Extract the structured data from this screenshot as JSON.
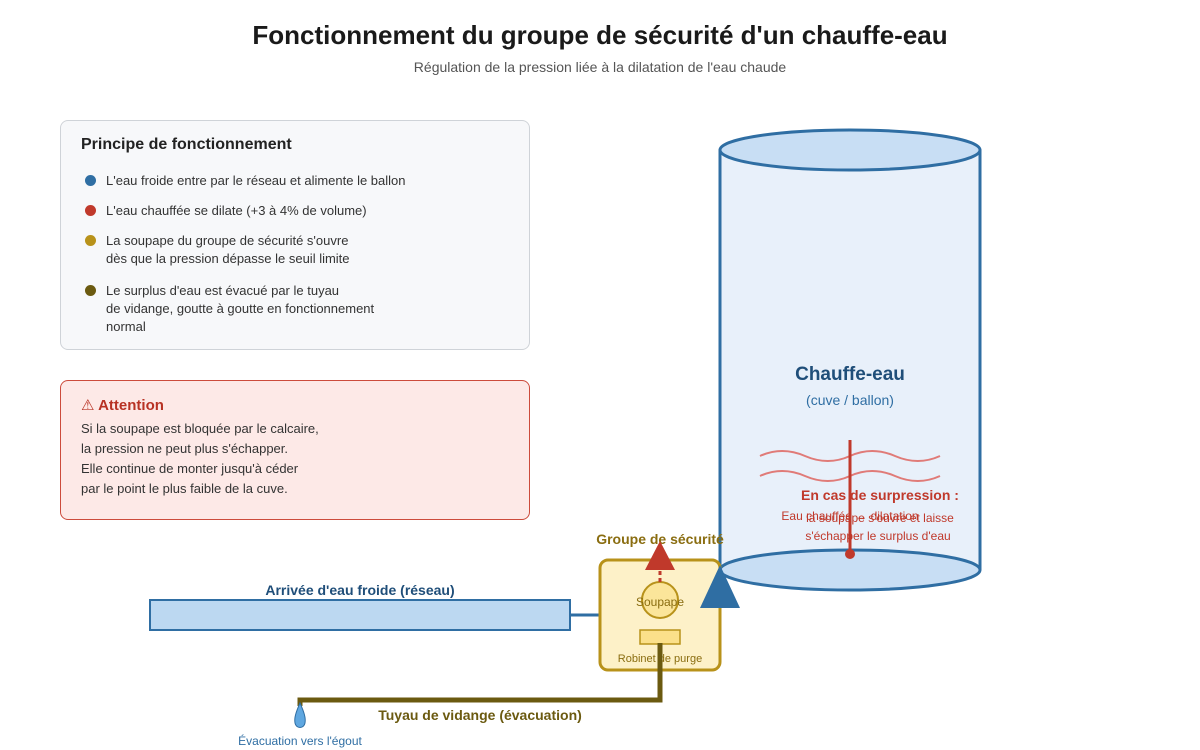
{
  "header": {
    "title": "Fonctionnement du groupe de sécurité d'un chauffe-eau",
    "subtitle": "Régulation de la pression liée à la dilatation de l'eau chaude"
  },
  "principle": {
    "title": "Principe de fonctionnement",
    "steps": [
      {
        "color": "#2f6ea3",
        "lines": [
          "L'eau froide entre par le réseau et alimente le ballon"
        ]
      },
      {
        "color": "#c0392b",
        "lines": [
          "L'eau chauffée se dilate (+3 à 4% de volume)"
        ]
      },
      {
        "color": "#b8921a",
        "lines": [
          "La soupape du groupe de sécurité s'ouvre",
          "dès que la pression dépasse le seuil limite"
        ]
      },
      {
        "color": "#6b5a10",
        "lines": [
          "Le surplus d'eau est évacué par le tuyau",
          "de vidange, goutte à goutte en fonctionnement",
          "normal"
        ]
      }
    ]
  },
  "warning": {
    "icon": "⚠",
    "title": "Attention",
    "lines": [
      "Si la soupape est bloquée par le calcaire,",
      "la pression ne peut plus s'échapper.",
      "Elle continue de monter jusqu'à céder",
      "par le point le plus faible de la cuve."
    ]
  },
  "diagram": {
    "tank_title": "Chauffe-eau",
    "tank_subtitle": "(cuve / ballon)",
    "dilatation_label": "Eau chauffée → dilatation",
    "surpression_title": "En cas de surpression :",
    "surpression_lines": [
      "la soupape s'ouvre et laisse",
      "s'échapper le surplus d'eau"
    ],
    "inlet_label": "Arrivée d'eau froide (réseau)",
    "group_label": "Groupe de sécurité",
    "valve_label": "Soupape",
    "purge_label": "Robinet de purge",
    "drain_label": "Tuyau de vidange (évacuation)",
    "outlet_label": "Évacuation vers l'égout"
  },
  "colors": {
    "cold": "#2f6ea3",
    "hot": "#c0392b",
    "valve": "#b8921a",
    "drain": "#6b5a10"
  }
}
